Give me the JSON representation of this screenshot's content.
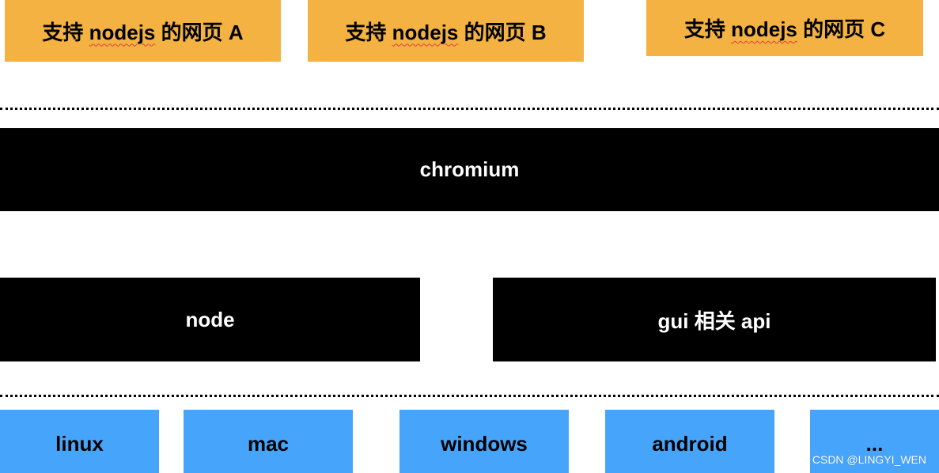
{
  "pages": [
    {
      "prefix": "支持 ",
      "keyword": "nodejs",
      "suffix": " 的网页 A"
    },
    {
      "prefix": "支持 ",
      "keyword": "nodejs",
      "suffix": " 的网页 B"
    },
    {
      "prefix": "支持 ",
      "keyword": "nodejs",
      "suffix": " 的网页 C"
    }
  ],
  "chromium_label": "chromium",
  "node_label": "node",
  "gui_api_label": "gui 相关 api",
  "platforms": [
    "linux",
    "mac",
    "windows",
    "android",
    "..."
  ],
  "watermark": "CSDN @LINGYI_WEN",
  "colors": {
    "page_box": "#f3b242",
    "runtime_box": "#000000",
    "platform_box": "#47a4fb"
  }
}
